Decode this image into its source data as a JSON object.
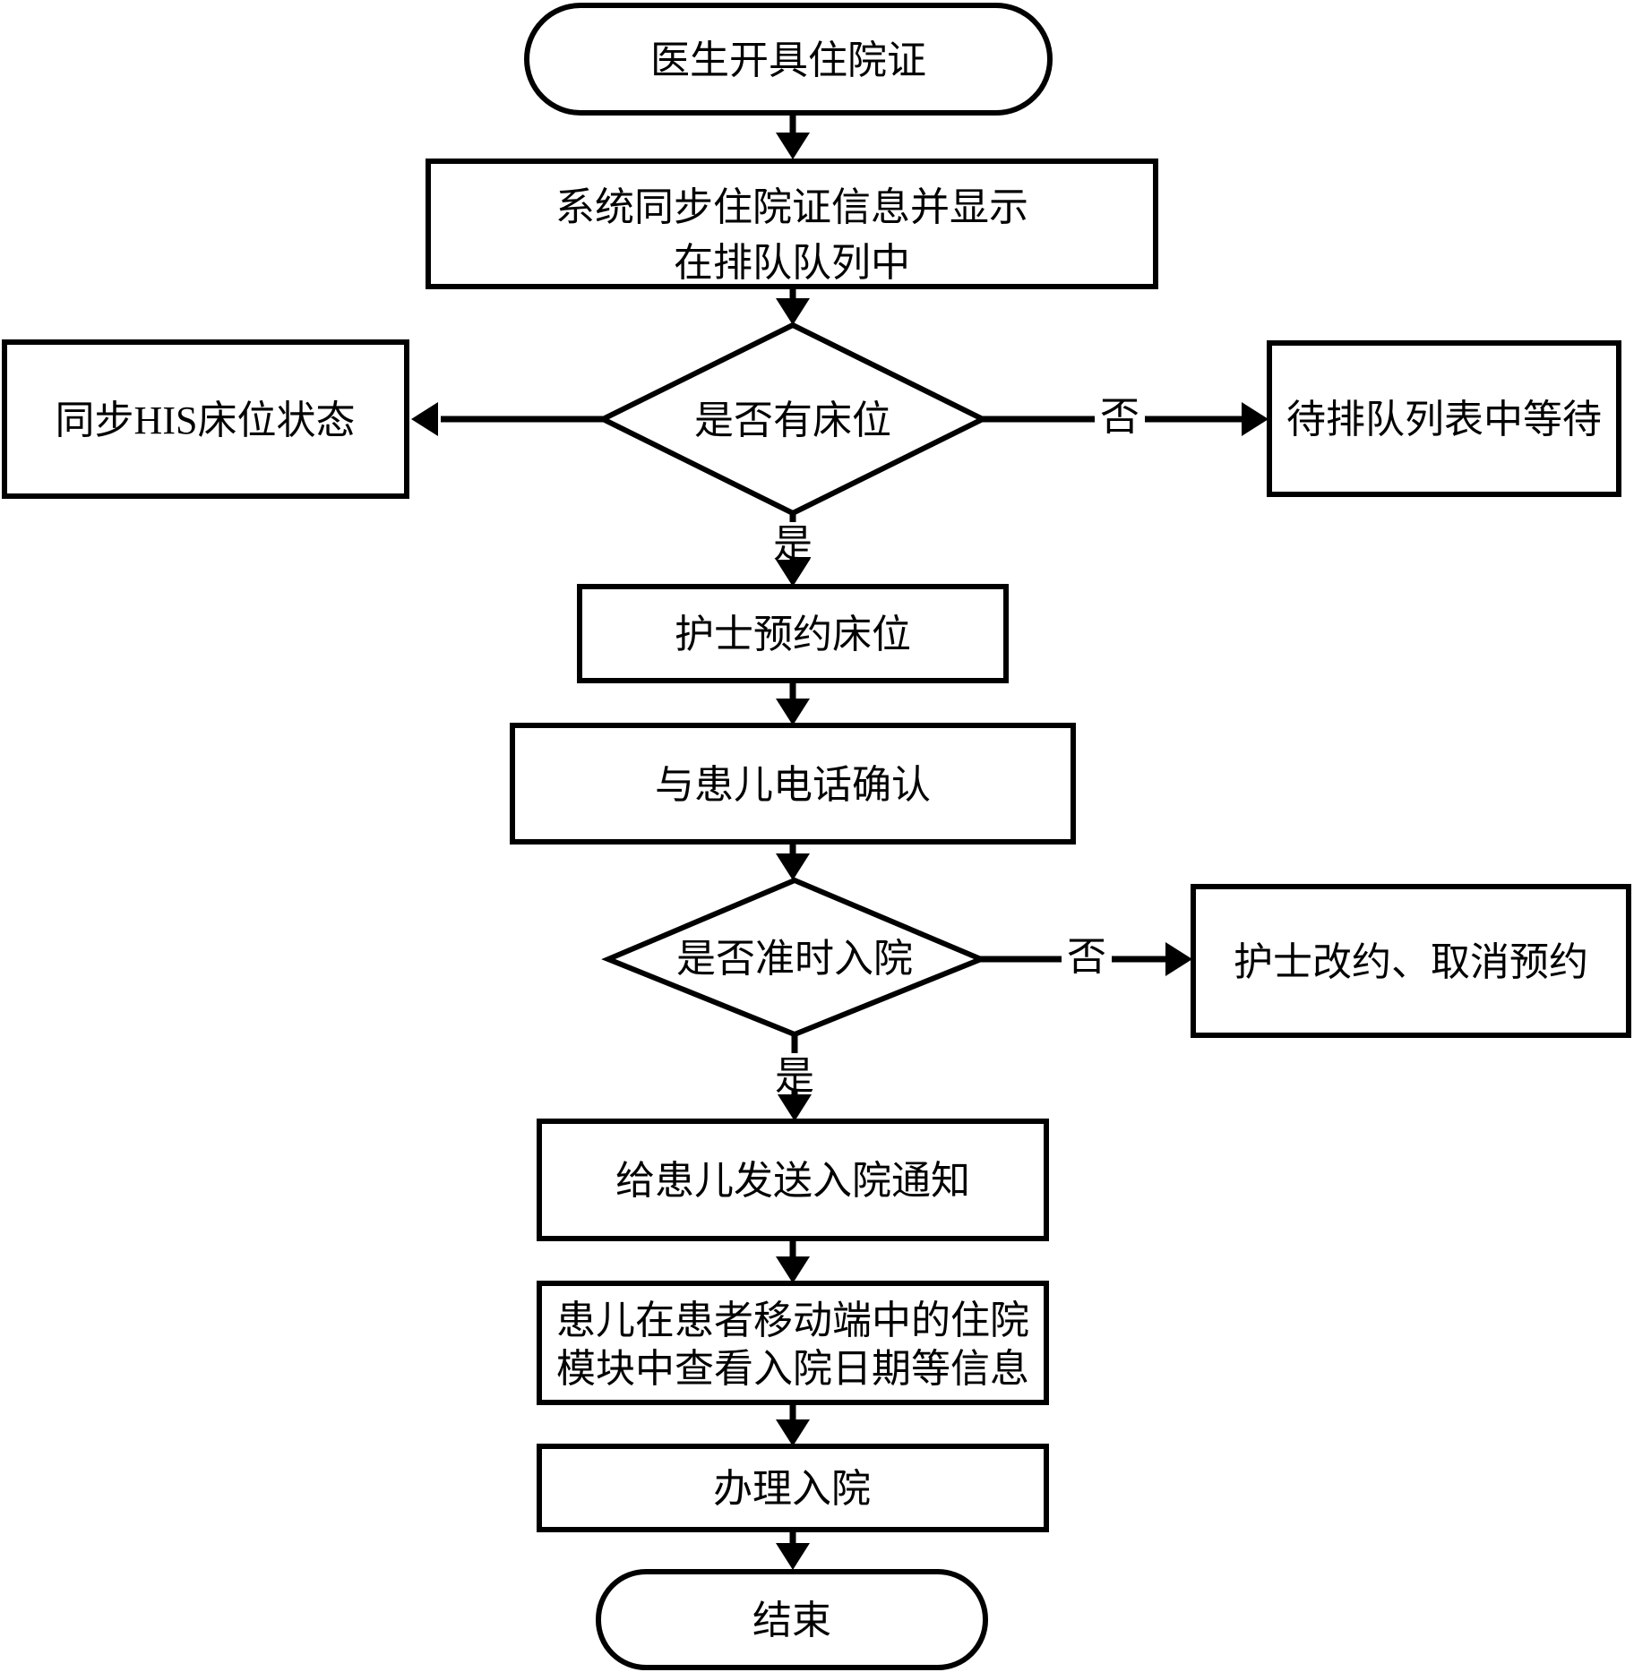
{
  "diagram": {
    "type": "flowchart",
    "language": "zh-CN",
    "colors": {
      "stroke": "#000000",
      "background": "#ffffff",
      "text": "#000000"
    },
    "nodes": {
      "start": {
        "shape": "terminator",
        "label": "医生开具住院证"
      },
      "sync": {
        "shape": "process",
        "lines": [
          "系统同步住院证信息并显示",
          "在排队队列中"
        ]
      },
      "has_bed": {
        "shape": "decision",
        "label": "是否有床位"
      },
      "his": {
        "shape": "process",
        "label": "同步HIS床位状态"
      },
      "wait": {
        "shape": "process",
        "label": "待排队列表中等待"
      },
      "reserve": {
        "shape": "process",
        "label": "护士预约床位"
      },
      "phone": {
        "shape": "process",
        "label": "与患儿电话确认"
      },
      "on_time": {
        "shape": "decision",
        "label": "是否准时入院"
      },
      "reschedule": {
        "shape": "process",
        "label": "护士改约、取消预约"
      },
      "notify": {
        "shape": "process",
        "label": "给患儿发送入院通知"
      },
      "view": {
        "shape": "process",
        "lines": [
          "患儿在患者移动端中的住院",
          "模块中查看入院日期等信息"
        ]
      },
      "admit": {
        "shape": "process",
        "label": "办理入院"
      },
      "end": {
        "shape": "terminator",
        "label": "结束"
      }
    },
    "edge_labels": {
      "has_bed_no": "否",
      "has_bed_yes": "是",
      "on_time_no": "否",
      "on_time_yes": "是"
    }
  }
}
